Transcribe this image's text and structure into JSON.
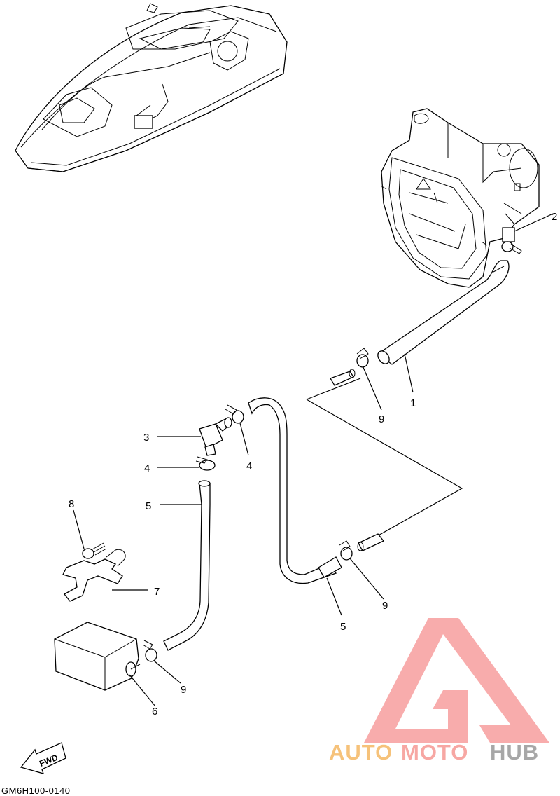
{
  "diagram": {
    "callouts": [
      {
        "id": "c1",
        "label": "1"
      },
      {
        "id": "c2",
        "label": "2"
      },
      {
        "id": "c3",
        "label": "3"
      },
      {
        "id": "c4a",
        "label": "4"
      },
      {
        "id": "c4b",
        "label": "4"
      },
      {
        "id": "c5a",
        "label": "5"
      },
      {
        "id": "c5b",
        "label": "5"
      },
      {
        "id": "c6",
        "label": "6"
      },
      {
        "id": "c7",
        "label": "7"
      },
      {
        "id": "c8",
        "label": "8"
      },
      {
        "id": "c9a",
        "label": "9"
      },
      {
        "id": "c9b",
        "label": "9"
      },
      {
        "id": "c9c",
        "label": "9"
      }
    ],
    "fwd_arrow": "FWD",
    "reference_code": "GM6H100-0140"
  },
  "watermark": {
    "word_part1": "AUTO",
    "word_part2": "MOTO",
    "word_part3": "HUB",
    "colors": {
      "auto": "#f6c27a",
      "moto": "#f7a7a3",
      "hub": "#a7a7a7",
      "logo": "#f7a3a3"
    }
  }
}
